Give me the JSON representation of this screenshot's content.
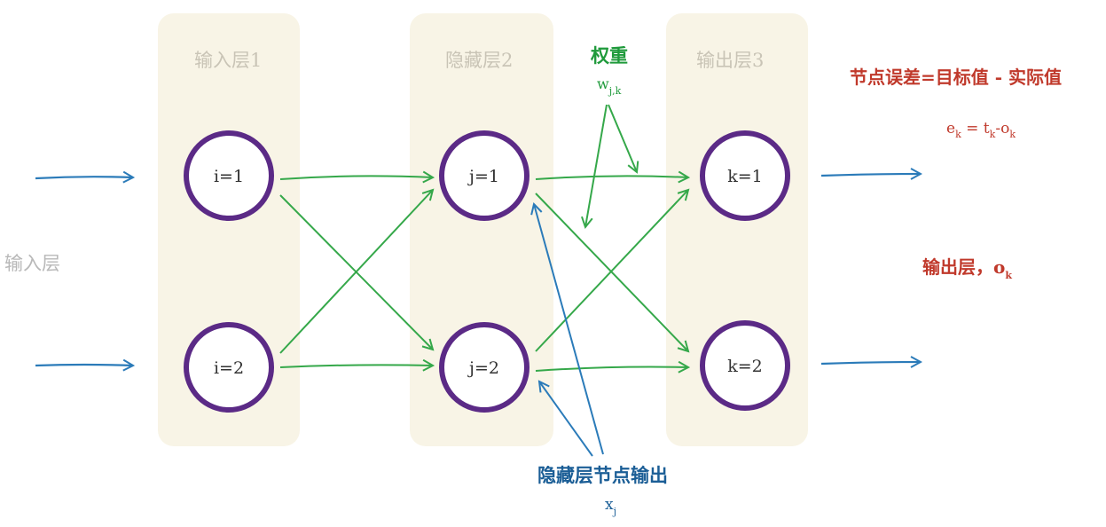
{
  "layers": [
    {
      "title": "输入层1",
      "nodes": [
        "i=1",
        "i=2"
      ]
    },
    {
      "title": "隐藏层2",
      "nodes": [
        "j=1",
        "j=2"
      ]
    },
    {
      "title": "输出层3",
      "nodes": [
        "k=1",
        "k=2"
      ]
    }
  ],
  "left_label": "输入层",
  "weight": {
    "title": "权重",
    "symbol": "w",
    "subscript": "j,k"
  },
  "error": {
    "title": "节点误差=目标值 - 实际值",
    "e": "e",
    "e_sub": "k",
    "t": "t",
    "t_sub": "k",
    "o": "o",
    "o_sub": "k"
  },
  "output": {
    "title": "输出层，o",
    "sub": "k"
  },
  "hidden_output": {
    "title": "隐藏层节点输出",
    "symbol": "x",
    "subscript": "j"
  },
  "colors": {
    "panel": "#f8f4e6",
    "node_stroke": "#5b2a86",
    "green_arrow": "#35a84a",
    "blue_arrow": "#2b7bb9",
    "red_text": "#c0392b"
  }
}
